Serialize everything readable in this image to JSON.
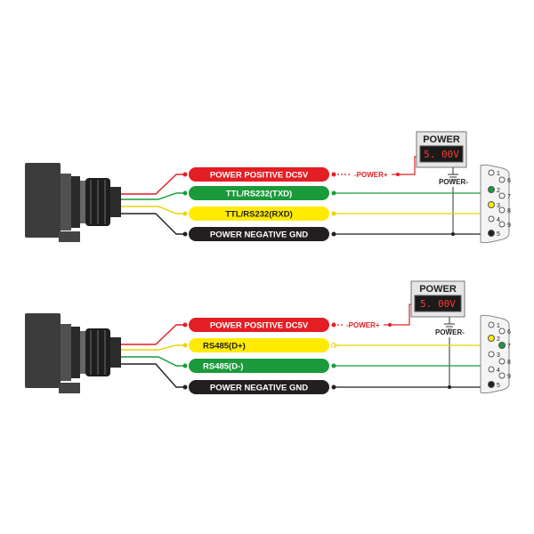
{
  "colors": {
    "red": "#e31e24",
    "green": "#1a9a3a",
    "yellow": "#ffeb00",
    "black": "#231f20",
    "wire_dark": "#333333"
  },
  "diagram_top": {
    "wires": [
      {
        "label": "POWER POSITIVE DC5V",
        "color": "red"
      },
      {
        "label": "TTL/RS232(TXD)",
        "color": "green"
      },
      {
        "label": "TTL/RS232(RXD)",
        "color": "yellow"
      },
      {
        "label": "POWER NEGATIVE GND",
        "color": "black"
      }
    ],
    "power_plus": "-POWER+",
    "power_minus": "POWER-",
    "meter_title": "POWER",
    "meter_value": "5. 00V",
    "pins": [
      "1",
      "2",
      "3",
      "4",
      "5",
      "6",
      "7",
      "8",
      "9"
    ]
  },
  "diagram_bottom": {
    "wires": [
      {
        "label": "POWER POSITIVE DC5V",
        "color": "red"
      },
      {
        "label": "RS485(D+)",
        "color": "yellow"
      },
      {
        "label": "RS485(D-)",
        "color": "green"
      },
      {
        "label": "POWER NEGATIVE GND",
        "color": "black"
      }
    ],
    "power_plus": "-POWER+",
    "power_minus": "POWER-",
    "meter_title": "POWER",
    "meter_value": "5. 00V",
    "pins": [
      "1",
      "2",
      "3",
      "4",
      "5",
      "6",
      "7",
      "8",
      "9"
    ]
  }
}
